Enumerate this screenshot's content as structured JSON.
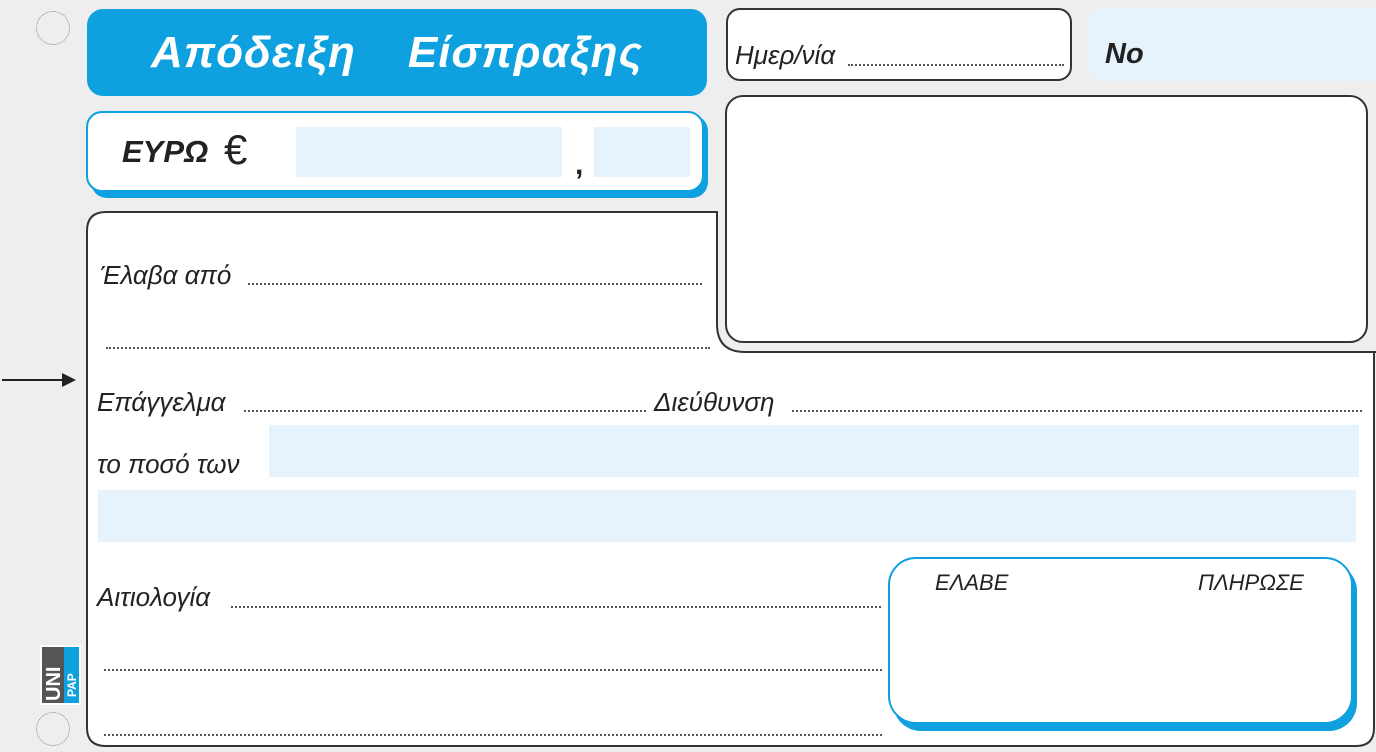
{
  "receipt": {
    "title_word1": "Απόδειξη",
    "title_word2": "Είσπραξης",
    "currency_label": "ΕΥΡΩ",
    "currency_symbol": "€",
    "decimal_separator": ",",
    "date_label": "Ημερ/νία",
    "number_label": "No",
    "received_from_label": "Έλαβα από",
    "profession_label": "Επάγγελμα",
    "address_label": "Διεύθυνση",
    "amount_words_label": "το ποσό των",
    "reason_label": "Αιτιολογία",
    "received_sig_label": "ΕΛΑΒΕ",
    "paid_sig_label": "ΠΛΗΡΩΣΕ"
  },
  "logo": {
    "top": "UNI",
    "bottom": "PAP"
  },
  "colors": {
    "accent": "#0ea0df",
    "field_fill": "#e6f3fc",
    "outline": "#333333"
  }
}
